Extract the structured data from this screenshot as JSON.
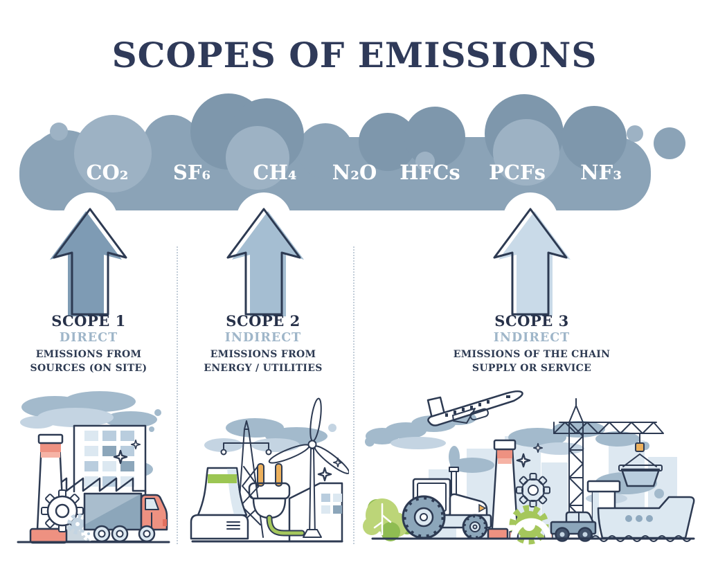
{
  "title": "SCOPES OF EMISSIONS",
  "gases": [
    "CO₂",
    "SF₆",
    "CH₄",
    "N₂O",
    "HFCs",
    "PCFs",
    "NF₃"
  ],
  "scopes": [
    {
      "name": "SCOPE 1",
      "type": "DIRECT",
      "desc1": "EMISSIONS FROM",
      "desc2": "SOURCES (ON SITE)"
    },
    {
      "name": "SCOPE 2",
      "type": "INDIRECT",
      "desc1": "EMISSIONS FROM",
      "desc2": "ENERGY / UTILITIES"
    },
    {
      "name": "SCOPE 3",
      "type": "INDIRECT",
      "desc1": "EMISSIONS OF THE CHAIN",
      "desc2": "SUPPLY OR SERVICE"
    }
  ],
  "colors": {
    "title_navy": "#2f3a59",
    "outline_navy": "#2d3a52",
    "scope_type_blue": "#9fb6c9",
    "cloud_base": "#8ba3b7",
    "cloud_dark": "#7e97ac",
    "cloud_light": "#9db2c4",
    "arrow_scope1": "#7e9bb4",
    "arrow_scope2": "#a5bed2",
    "arrow_scope3": "#c9dae8",
    "accent_salmon": "#ee9181",
    "accent_orange": "#ecb05c",
    "accent_green": "#a5c75c"
  },
  "illustrations": {
    "scope1": [
      "smoke-cloud",
      "office-building",
      "factory",
      "smokestack",
      "gears",
      "cargo-truck",
      "sparkles"
    ],
    "scope2": [
      "smoke-cloud",
      "building",
      "power-pylon",
      "cooling-tower",
      "electric-plug",
      "power-cable",
      "wind-turbine",
      "sparkles"
    ],
    "scope3": [
      "airplane",
      "contrail-smoke",
      "city-skyline",
      "smokestack",
      "tractor",
      "bushes",
      "gears",
      "tower-crane",
      "crane-load",
      "pickup-truck",
      "port-tower",
      "cargo-ship",
      "sparkles"
    ]
  }
}
